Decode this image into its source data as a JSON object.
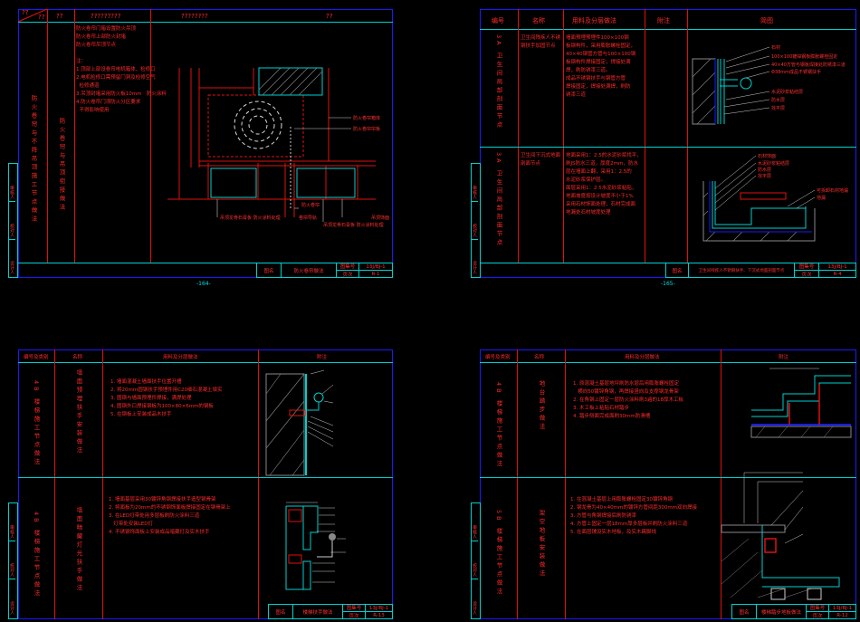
{
  "sheets": [
    {
      "headers": [
        "??",
        "??",
        "??",
        "?????????",
        "????????",
        "??"
      ],
      "row_code": "防火卷帘与不降吊顶施工节点做法",
      "row_name": "防火卷帘与吊顶衔接做法",
      "notes": "防火卷帘门箱设置防火吊顶\n防火卷帘上部防火封堵\n防火卷帘吊顶节点\n\n注：\n1.顶部上部设卷帘电机箱体、检修口\n2.电机检修口需预留门洞及检修空气\n  检修通道\n3.吊顶封堵采用防火板10mm   防火涂料\n4.防火卷帘门须防火分区要求\n  不得影响使用",
      "callouts": [
        "防火卷帘箱体",
        "防火卷帘帘板",
        "防火卷帘",
        "卷帘导轨",
        "吊顶龙骨石膏板\n防火涂料处理",
        "吊顶龙骨石膏板\n防火涂料处理",
        "吊顶饰面"
      ],
      "title_block": {
        "label": "图名",
        "name": "防火卷帘做法",
        "atlas_label": "图集号",
        "atlas": "13J/BJ-1",
        "page_label": "页次",
        "page": "R-1"
      },
      "side": [
        "",
        "审核人",
        "",
        "校对人",
        "",
        "设计人"
      ],
      "page_number": "-164-"
    },
    {
      "headers": [
        "编号",
        "名称",
        "用料及分层做法",
        "附注",
        "简图"
      ],
      "rows": [
        {
          "code": "3A 卫生间局部剖面节点",
          "name": "卫生间残疾人不锈钢扶手加固节点",
          "notes": "墙面预埋预埋件100×100钢\n板钢构件，采用膨胀螺栓固定，\n40×40钢管方管与100×100钢\n板钢构件焊接固定，焊接处满\n焊，刷防锈漆三道。\n成品不锈钢扶手与钢管方管\n焊接固定，焊接处满焊，刷防\n锈漆三道"
        },
        {
          "code": "3A 卫生间局部剖面节点",
          "name": "卫生间下沉式地面剖面节点",
          "notes": "地面采用1：2.5的水泥砂浆找平，\n刷JS防水三道，厚度2mm，防水\n层在墙面上翻，采用1：2.5的\n水泥砂浆保护层。\n面层采用1：2.5水泥砂浆粘贴，\n地面坡度按设计坡度不小于1%\n采用石材饰面处理，石材完成面\n地漏处石材坡度处理"
        }
      ],
      "callouts_1": [
        "石材",
        "100×100镀锌钢板膨胀螺栓固定",
        "40×40方管与钢板焊接处防锈漆三道",
        "Φ38mm成品不锈钢扶手",
        "水泥砂浆粘结层",
        "防水层",
        "找平层"
      ],
      "callouts_2": [
        "石材饰面",
        "水泥砂浆粘结层",
        "防水层",
        "找平层",
        "可拆卸石材地漏",
        "地漏"
      ],
      "title_block": {
        "label": "图名",
        "name": "卫生间残疾人不锈钢扶手、下沉式地面剖面节点",
        "atlas_label": "图集号",
        "atlas": "13J/BJ-1",
        "page_label": "页次",
        "page": "R-4"
      },
      "side": [
        "",
        "审核人",
        "",
        "校对人",
        "",
        "设计人"
      ],
      "page_number": "-165-"
    },
    {
      "headers": [
        "编号及类别",
        "名称",
        "用料及分层做法",
        "附注"
      ],
      "rows": [
        {
          "code": "4B 楼梯施工节点做法",
          "name": "墙面预埋扶手安装做法",
          "notes": "1. 墙面混凝土墙面扶手位置开槽\n2. 将20mm圆钢扶手预埋件用C20细石混凝土填实\n3. 圆钢与墙面预埋件焊接，满焊处理\n4. 圆钢外口焊接钢板为100×80×6mm的钢板\n5. 在钢板上安装成品木扶手"
        },
        {
          "code": "4B 楼梯施工节点做法",
          "name": "墙面暗藏灯光扶手做法",
          "notes": "1. 墙面基层采用30镀锌角钢焊接扶手造型钢骨架\n2. 将面板为20mm的不锈钢饰面板焊接固定在钢骨架上\n3. 在LED灯带处用多层板刷防火涂料三道\n   灯带处安装LED灯\n4. 不锈钢饰面板上安装成品暗藏灯及实木扶手"
        }
      ],
      "title_block": {
        "label": "图名",
        "name": "楼梯扶手做法",
        "atlas_label": "图集号",
        "atlas": "13J/BJ-1",
        "page_label": "页次",
        "page": "R-13"
      },
      "side": [
        "",
        "审核人",
        "",
        "校对人",
        "",
        "设计人"
      ]
    },
    {
      "headers": [
        "编号及类别",
        "名称",
        "用料及分层做法",
        "附注"
      ],
      "rows": [
        {
          "code": "4B 楼梯施工节点做法",
          "name": "地台踏步做法",
          "notes": "1. 原混凝土基层地坪刷防水层后用膨胀螺栓固定\n   横向50镀锌角钢，再焊接竖向及支撑钢龙骨架\n2. 在角钢上固定一层防火涂料刷3遍的18厚木工板\n3. 木工板上粘贴石材踏步\n4. 踏步侧面完成面刷30mm防滑槽"
        },
        {
          "code": "5B 楼梯施工节点做法",
          "name": "架空地板安装做法",
          "notes": "1. 在混凝土基层上用膨胀螺栓固定30镀锌角钢\n2. 钢龙骨为40×40mm的镀锌方管间距300mm双向焊接\n3. 方管与角钢焊接后刷防锈漆\n4. 方管上固定一层18mm厚多层板并刷防火涂料三道\n5. 在面层铺设实木地板，及实木踢脚线"
        }
      ],
      "title_block": {
        "label": "图名",
        "name": "楼梯踏步地板做法",
        "atlas_label": "图集号",
        "atlas": "13J/BJ-1",
        "page_label": "页次",
        "page": "R-12"
      },
      "side": [
        "",
        "审核人",
        "",
        "校对人",
        "",
        "设计人"
      ]
    }
  ],
  "colors": {
    "background": "#000000",
    "frame": "#1a1aff",
    "grid": "#00d0d0",
    "text": "#ff2a2a",
    "column": "#e01010"
  }
}
